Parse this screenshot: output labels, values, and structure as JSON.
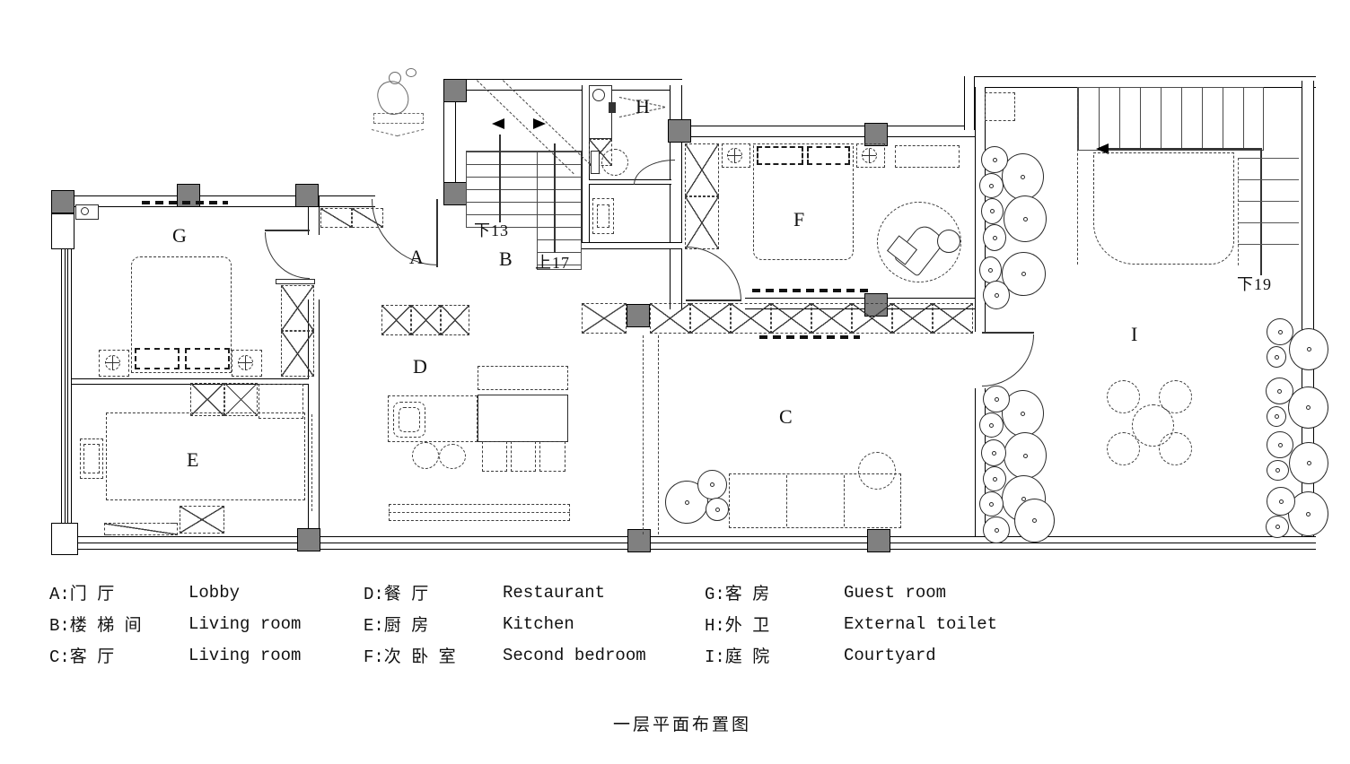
{
  "title": "一层平面布置图",
  "room_labels": {
    "A": "A",
    "B": "B",
    "C": "C",
    "D": "D",
    "E": "E",
    "F": "F",
    "G": "G",
    "H": "H",
    "I": "I"
  },
  "stair_annotations": {
    "down13": "下13",
    "up17": "上17",
    "down19": "下19"
  },
  "legend": {
    "columns": [
      [
        {
          "code": "A:门 厅",
          "name": "Lobby"
        },
        {
          "code": "B:楼 梯 间",
          "name": "Living room"
        },
        {
          "code": "C:客 厅",
          "name": "Living room"
        }
      ],
      [
        {
          "code": "D:餐 厅",
          "name": "Restaurant"
        },
        {
          "code": "E:厨 房",
          "name": "Kitchen"
        },
        {
          "code": "F:次 卧 室",
          "name": "Second bedroom"
        }
      ],
      [
        {
          "code": "G:客 房",
          "name": "Guest room"
        },
        {
          "code": "H:外 卫",
          "name": "External toilet"
        },
        {
          "code": "I:庭 院",
          "name": "Courtyard"
        }
      ]
    ]
  },
  "colors": {
    "line": "#1a1a1a",
    "column_fill": "#808080"
  }
}
